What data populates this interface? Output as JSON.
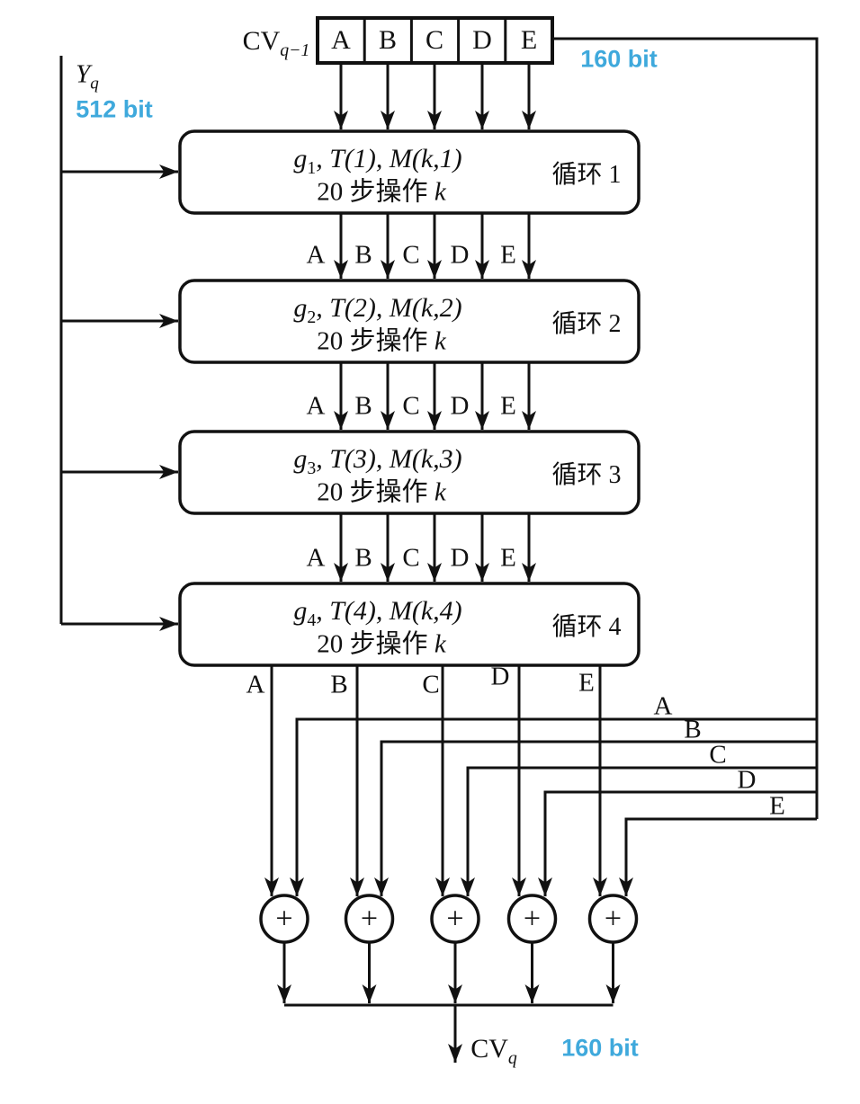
{
  "colors": {
    "wire": "#111111",
    "box_border": "#111111",
    "background": "#ffffff",
    "accent_blue": "#3fa9dc"
  },
  "chaining_input": {
    "name": "CV",
    "sub": "q−1",
    "cells": [
      "A",
      "B",
      "C",
      "D",
      "E"
    ],
    "bus_label": "160 bit"
  },
  "message_input": {
    "name": "Y",
    "sub": "q",
    "bus_label": "512 bit"
  },
  "rounds": [
    {
      "fn": "g",
      "fn_sub": "1",
      "fn_rest": ", T(1), M(k,1)",
      "steps_prefix": "20 步操作 ",
      "steps_var": "k",
      "tag": "循环 1"
    },
    {
      "fn": "g",
      "fn_sub": "2",
      "fn_rest": ", T(2), M(k,2)",
      "steps_prefix": "20 步操作 ",
      "steps_var": "k",
      "tag": "循环 2"
    },
    {
      "fn": "g",
      "fn_sub": "3",
      "fn_rest": ", T(3), M(k,3)",
      "steps_prefix": "20 步操作 ",
      "steps_var": "k",
      "tag": "循环 3"
    },
    {
      "fn": "g",
      "fn_sub": "4",
      "fn_rest": ", T(4), M(k,4)",
      "steps_prefix": "20 步操作 ",
      "steps_var": "k",
      "tag": "循环 4"
    }
  ],
  "inter_round_labels": [
    "A",
    "B",
    "C",
    "D",
    "E"
  ],
  "round4_output_labels": [
    "A",
    "B",
    "C",
    "D",
    "E"
  ],
  "feedforward_labels": [
    "A",
    "B",
    "C",
    "D",
    "E"
  ],
  "adders": {
    "operator": "+"
  },
  "output": {
    "name": "CV",
    "sub": "q",
    "bus_label": "160 bit"
  }
}
